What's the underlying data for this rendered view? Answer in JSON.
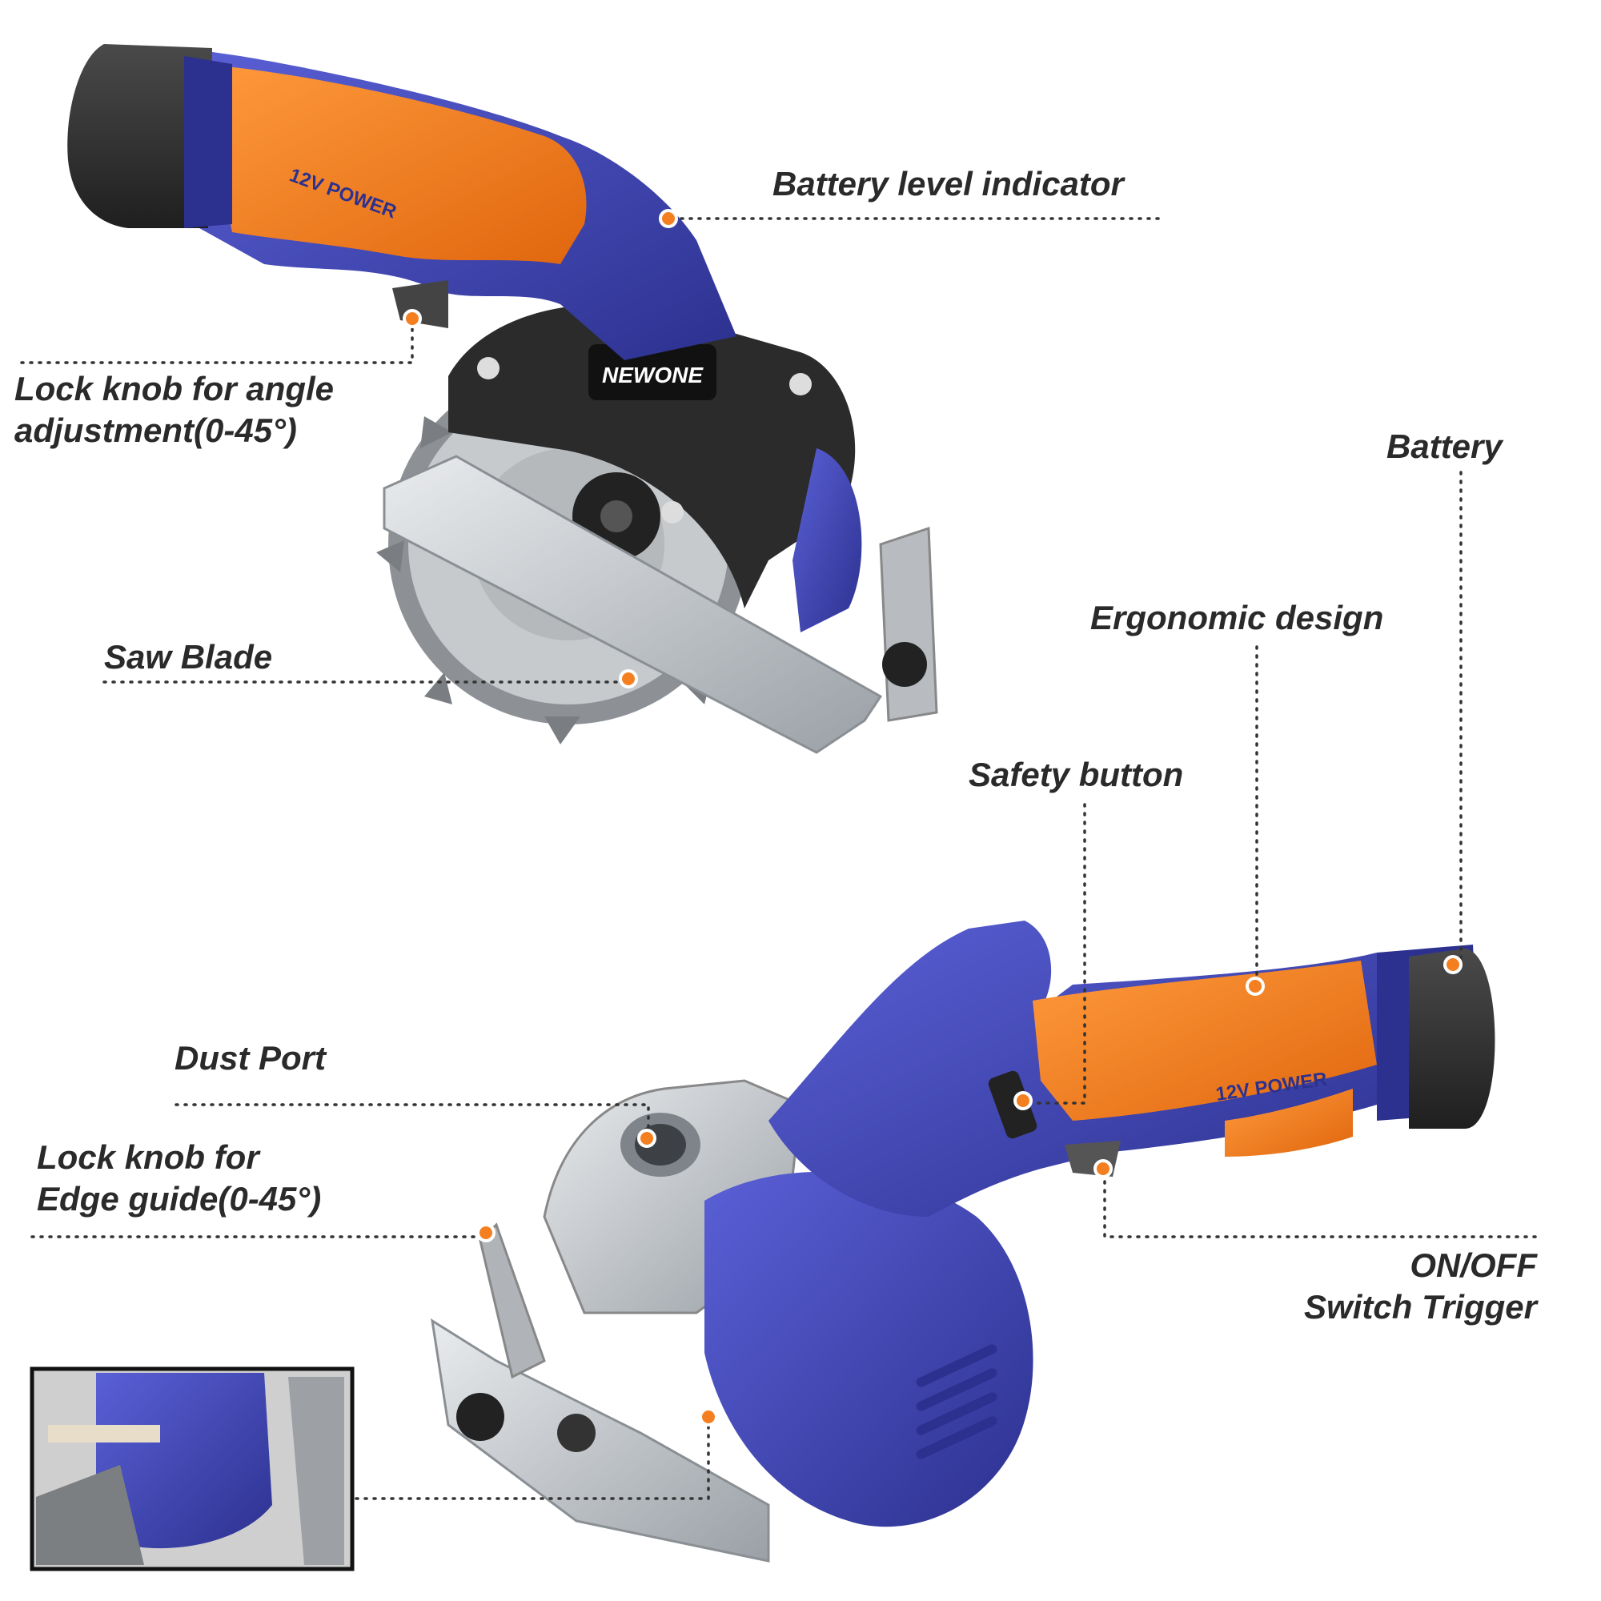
{
  "colors": {
    "accent_orange": "#f47f20",
    "tool_blue": "#3f45b8",
    "tool_blue_dark": "#2c318f",
    "battery_black": "#333333",
    "guard_black": "#2b2b2b",
    "steel": "#bfc3c7",
    "label_text": "#2a2a2a",
    "leader_dots": "#333333"
  },
  "callouts": {
    "battery_level_indicator": "Battery level indicator",
    "lock_knob_angle": {
      "line1": "Lock knob for angle",
      "line2": "adjustment(0-45°)"
    },
    "battery": "Battery",
    "ergonomic_design": "Ergonomic design",
    "saw_blade": "Saw Blade",
    "safety_button": "Safety button",
    "dust_port": "Dust Port",
    "lock_knob_edge_guide": {
      "line1": "Lock knob for",
      "line2": "Edge guide(0-45°)"
    },
    "on_off_trigger": {
      "line1": "ON/OFF",
      "line2": "Switch Trigger"
    }
  },
  "product": {
    "battery_marking": "12V POWER",
    "brand_logo": "NEWONE"
  },
  "icons": [
    "battery-icon",
    "saw-blade-icon",
    "dust-port-icon",
    "trigger-icon",
    "edge-guide-inset-photo"
  ]
}
